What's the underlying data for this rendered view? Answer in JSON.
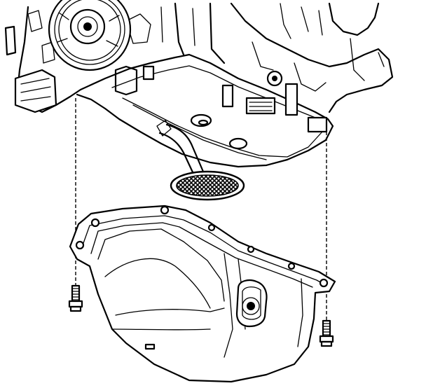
{
  "diagram": {
    "kind": "exploded-view line illustration",
    "components": [
      "engine-block",
      "crankshaft-pulley",
      "oil-pump-pickup-tube",
      "pickup-screen",
      "oil-pan",
      "oil-pan-bolt-left",
      "oil-pan-bolt-right",
      "alignment-guide-line-left",
      "alignment-guide-line-right"
    ],
    "colors": {
      "line": "#000000",
      "background": "#ffffff"
    }
  }
}
